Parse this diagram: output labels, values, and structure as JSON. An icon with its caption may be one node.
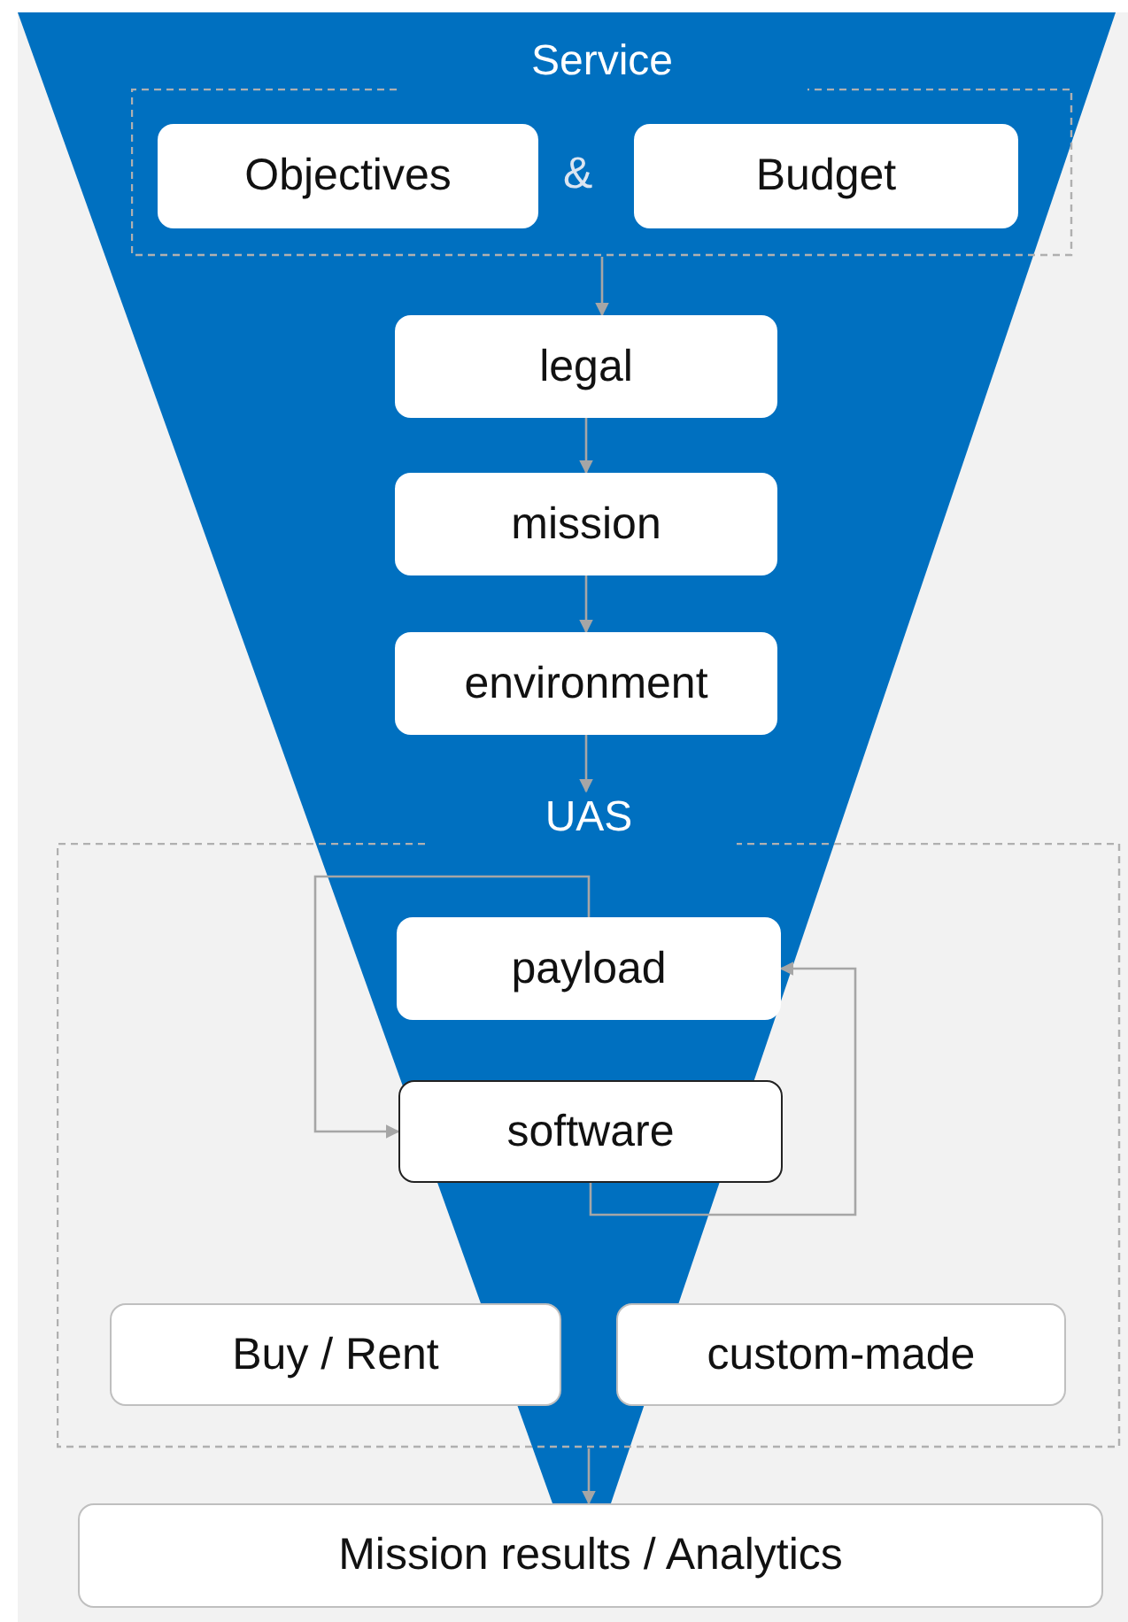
{
  "diagram": {
    "nodes": [
      {
        "text": [
          "Service"
        ]
      },
      {
        "text": [
          "Objectives"
        ],
        "in": 0
      },
      {
        "text": [
          "Budget"
        ],
        "in": 0
      },
      {
        "text": [
          "legal"
        ]
      },
      {
        "text": [
          "mission"
        ]
      },
      {
        "text": [
          "environment"
        ]
      },
      {
        "text": [
          "UAS"
        ]
      },
      {
        "text": [
          "payload"
        ],
        "in": 6
      },
      {
        "text": [
          "software"
        ],
        "in": 6
      },
      {
        "text": [
          "Buy / Rent"
        ],
        "in": 6
      },
      {
        "text": [
          "custom-made"
        ],
        "in": 6
      },
      {
        "text": [
          "Mission results / Analytics"
        ]
      }
    ],
    "edges": [
      {
        "from": 0,
        "to": 3,
        "arrow": "to"
      },
      {
        "from": 3,
        "to": 4,
        "arrow": "to"
      },
      {
        "from": 4,
        "to": 5,
        "arrow": "to"
      },
      {
        "from": 5,
        "to": 6,
        "arrow": "to"
      },
      {
        "from": 7,
        "to": 8,
        "arrow": "to"
      },
      {
        "from": 8,
        "to": 7,
        "arrow": "to"
      },
      {
        "from": 6,
        "to": 11,
        "arrow": "to"
      }
    ],
    "labels": [
      "&"
    ]
  }
}
